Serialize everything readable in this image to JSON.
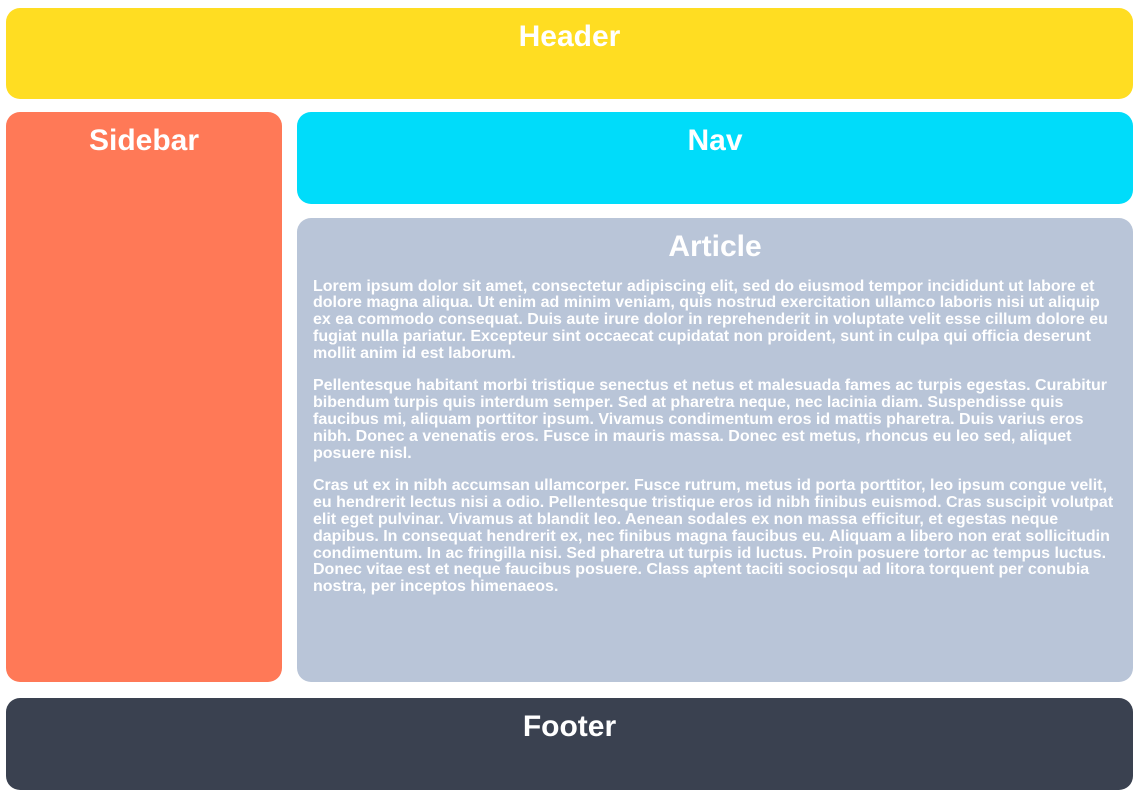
{
  "colors": {
    "page_bg": "#FFFFFF",
    "header": "#FFDD22",
    "sidebar": "#FF7957",
    "nav": "#00DCFA",
    "article": "#B9C5D8",
    "footer": "#3A4150",
    "text": "#FFFFFF"
  },
  "header": {
    "title": "Header"
  },
  "sidebar": {
    "title": "Sidebar"
  },
  "nav": {
    "title": "Nav"
  },
  "article": {
    "title": "Article",
    "paragraphs": [
      "Lorem ipsum dolor sit amet, consectetur adipiscing elit, sed do eiusmod tempor incididunt ut labore et dolore magna aliqua. Ut enim ad minim veniam, quis nostrud exercitation ullamco laboris nisi ut aliquip ex ea commodo consequat. Duis aute irure dolor in reprehenderit in voluptate velit esse cillum dolore eu fugiat nulla pariatur. Excepteur sint occaecat cupidatat non proident, sunt in culpa qui officia deserunt mollit anim id est laborum.",
      "Pellentesque habitant morbi tristique senectus et netus et malesuada fames ac turpis egestas. Curabitur bibendum turpis quis interdum semper. Sed at pharetra neque, nec lacinia diam. Suspendisse quis faucibus mi, aliquam porttitor ipsum. Vivamus condimentum eros id mattis pharetra. Duis varius eros nibh. Donec a venenatis eros. Fusce in mauris massa. Donec est metus, rhoncus eu leo sed, aliquet posuere nisl.",
      "Cras ut ex in nibh accumsan ullamcorper. Fusce rutrum, metus id porta porttitor, leo ipsum congue velit, eu hendrerit lectus nisi a odio. Pellentesque tristique eros id nibh finibus euismod. Cras suscipit volutpat elit eget pulvinar. Vivamus at blandit leo. Aenean sodales ex non massa efficitur, et egestas neque dapibus. In consequat hendrerit ex, nec finibus magna faucibus eu. Aliquam a libero non erat sollicitudin condimentum. In ac fringilla nisi. Sed pharetra ut turpis id luctus. Proin posuere tortor ac tempus luctus. Donec vitae est et neque faucibus posuere. Class aptent taciti sociosqu ad litora torquent per conubia nostra, per inceptos himenaeos."
    ]
  },
  "footer": {
    "title": "Footer"
  }
}
